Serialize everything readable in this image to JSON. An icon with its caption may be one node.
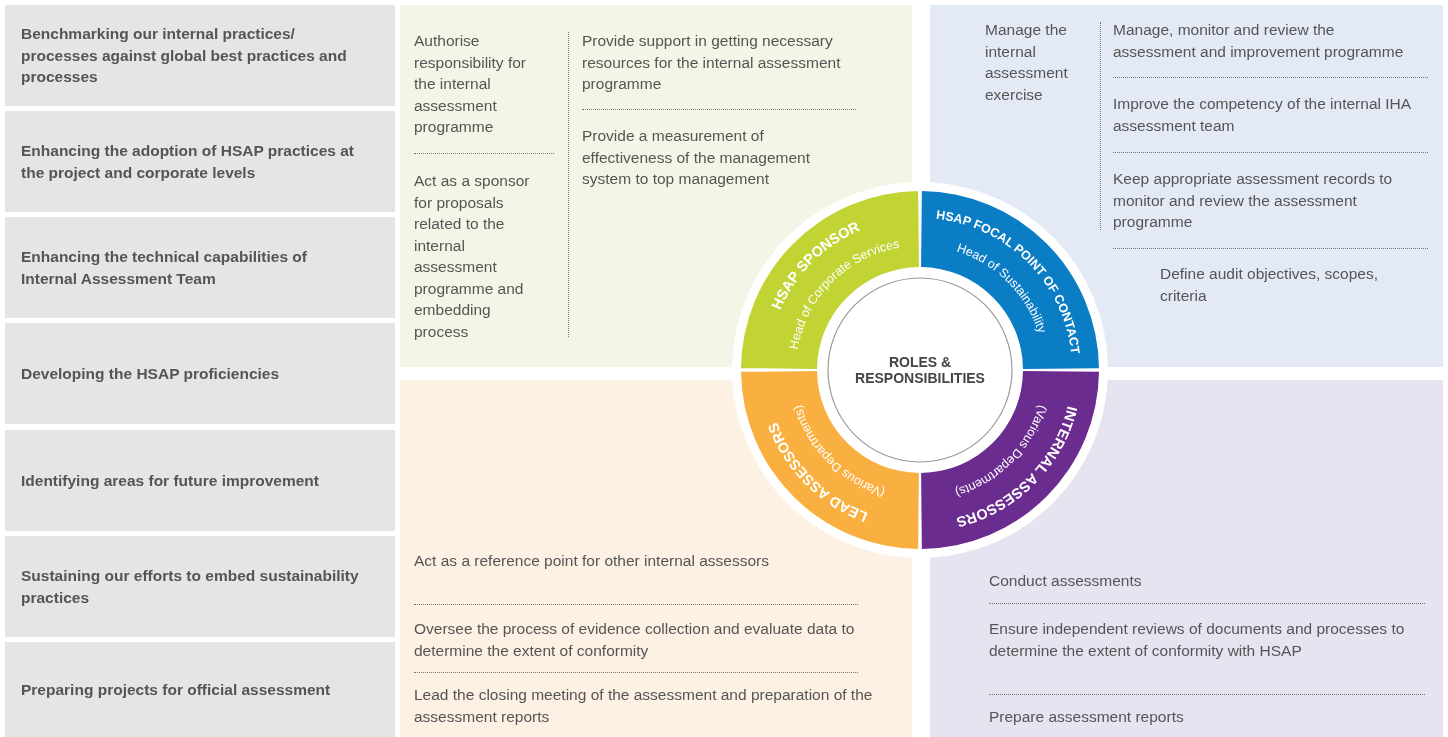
{
  "diagram": {
    "nodes": [
      {
        "text": [
          "Benchmarking our internal practices/ processes against global best practices and processes"
        ]
      },
      {
        "text": [
          "Enhancing the adoption of HSAP practices at the project and corporate levels"
        ]
      },
      {
        "text": [
          "Enhancing the technical capabilities of Internal Assessment Team"
        ]
      },
      {
        "text": [
          "Developing the HSAP proficiencies"
        ]
      },
      {
        "text": [
          "Identifying areas for future improvement"
        ]
      },
      {
        "text": [
          "Sustaining our efforts to embed sustainability practices"
        ]
      },
      {
        "text": [
          "Preparing projects for official assessment"
        ]
      },
      {
        "text": [
          "Authorise responsibility for the internal assessment programme",
          "Act as a sponsor for proposals related to the internal assessment programme and embedding process",
          "Provide support in getting necessary resources for the internal assessment programme",
          "Provide a measurement of effectiveness of the management system to top management"
        ]
      },
      {
        "text": [
          "Manage the internal assessment exercise",
          "Manage, monitor and review the assessment and improvement programme",
          "Improve the competency of the internal IHA assessment team",
          "Keep appropriate assessment records to monitor and review the assessment programme",
          "Define audit objectives, scopes, criteria"
        ]
      },
      {
        "text": [
          "Act as a reference point for other internal assessors",
          "Oversee the process of evidence collection and evaluate data to determine the extent of conformity",
          "Lead the closing meeting of the assessment and preparation of the assessment reports"
        ]
      },
      {
        "text": [
          "Conduct assessments",
          "Ensure independent reviews of documents and processes to determine the extent of conformity with HSAP",
          "Prepare assessment reports"
        ]
      },
      {
        "text": [
          "ROLES & RESPONSIBILITIES"
        ]
      },
      {
        "text": [
          "HSAP SPONSOR",
          "Head of Corporate Services"
        ]
      },
      {
        "text": [
          "HSAP FOCAL POINT OF CONTACT",
          "Head of Sustainability"
        ]
      },
      {
        "text": [
          "INTERNAL ASSESSORS",
          "(Various Departments)"
        ]
      },
      {
        "text": [
          "LEAD ASSESSORS",
          "(Various Departments)"
        ]
      }
    ]
  }
}
